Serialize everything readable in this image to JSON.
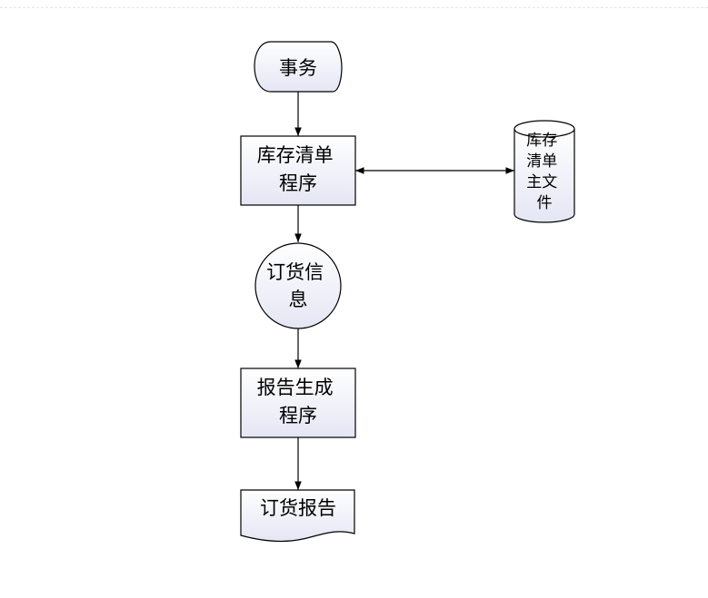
{
  "diagram": {
    "nodes": {
      "transaction": {
        "lines": [
          "事务"
        ]
      },
      "inventory_program": {
        "lines": [
          "库存清单",
          "程序"
        ]
      },
      "inventory_master_file": {
        "lines": [
          "库存",
          "清单",
          "主文",
          "件"
        ]
      },
      "order_info": {
        "lines": [
          "订货信",
          "息"
        ]
      },
      "report_program": {
        "lines": [
          "报告生成",
          "程序"
        ]
      },
      "order_report": {
        "lines": [
          "订货报告"
        ]
      }
    },
    "edges": [
      {
        "from": "transaction",
        "to": "inventory_program",
        "direction": "forward"
      },
      {
        "from": "inventory_program",
        "to": "inventory_master_file",
        "direction": "both"
      },
      {
        "from": "inventory_program",
        "to": "order_info",
        "direction": "forward"
      },
      {
        "from": "order_info",
        "to": "report_program",
        "direction": "forward"
      },
      {
        "from": "report_program",
        "to": "order_report",
        "direction": "forward"
      }
    ],
    "colors": {
      "stroke": "#000000",
      "fill_top": "#ffffff",
      "fill_bottom": "#e4e6f4"
    }
  }
}
